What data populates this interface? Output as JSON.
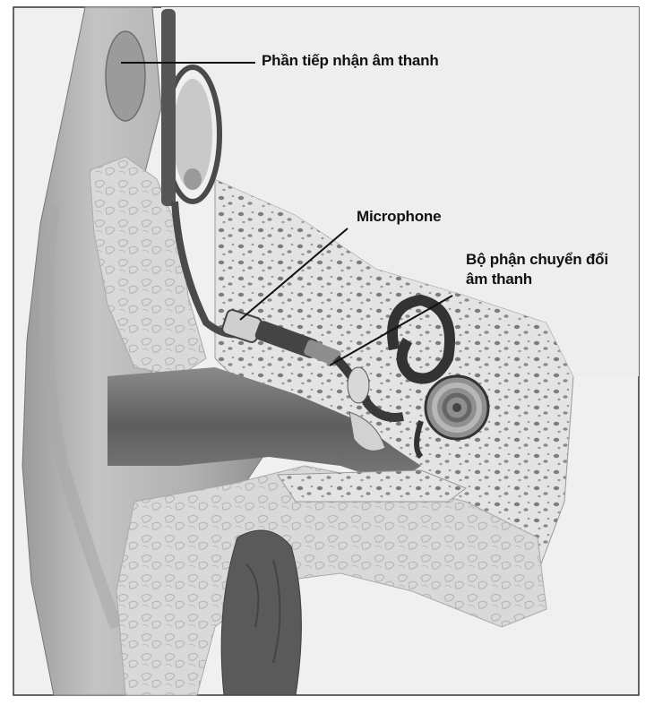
{
  "diagram": {
    "labels": {
      "receiver": "Phần tiếp nhận âm thanh",
      "microphone": "Microphone",
      "transducer_line1": "Bộ phận chuyển đổi",
      "transducer_line2": "âm thanh"
    },
    "colors": {
      "background": "#f2f2f2",
      "outer_ear": "#bdbdbd",
      "outer_ear_dark": "#8c8c8c",
      "canal": "#6a6a6a",
      "bone": "#e3e3e3",
      "bone_pore": "#7a7a7a",
      "tissue": "#d6d6d6",
      "muscle": "#5e5e5e",
      "device": "#3a3a3a",
      "leader_line": "#111111"
    }
  }
}
